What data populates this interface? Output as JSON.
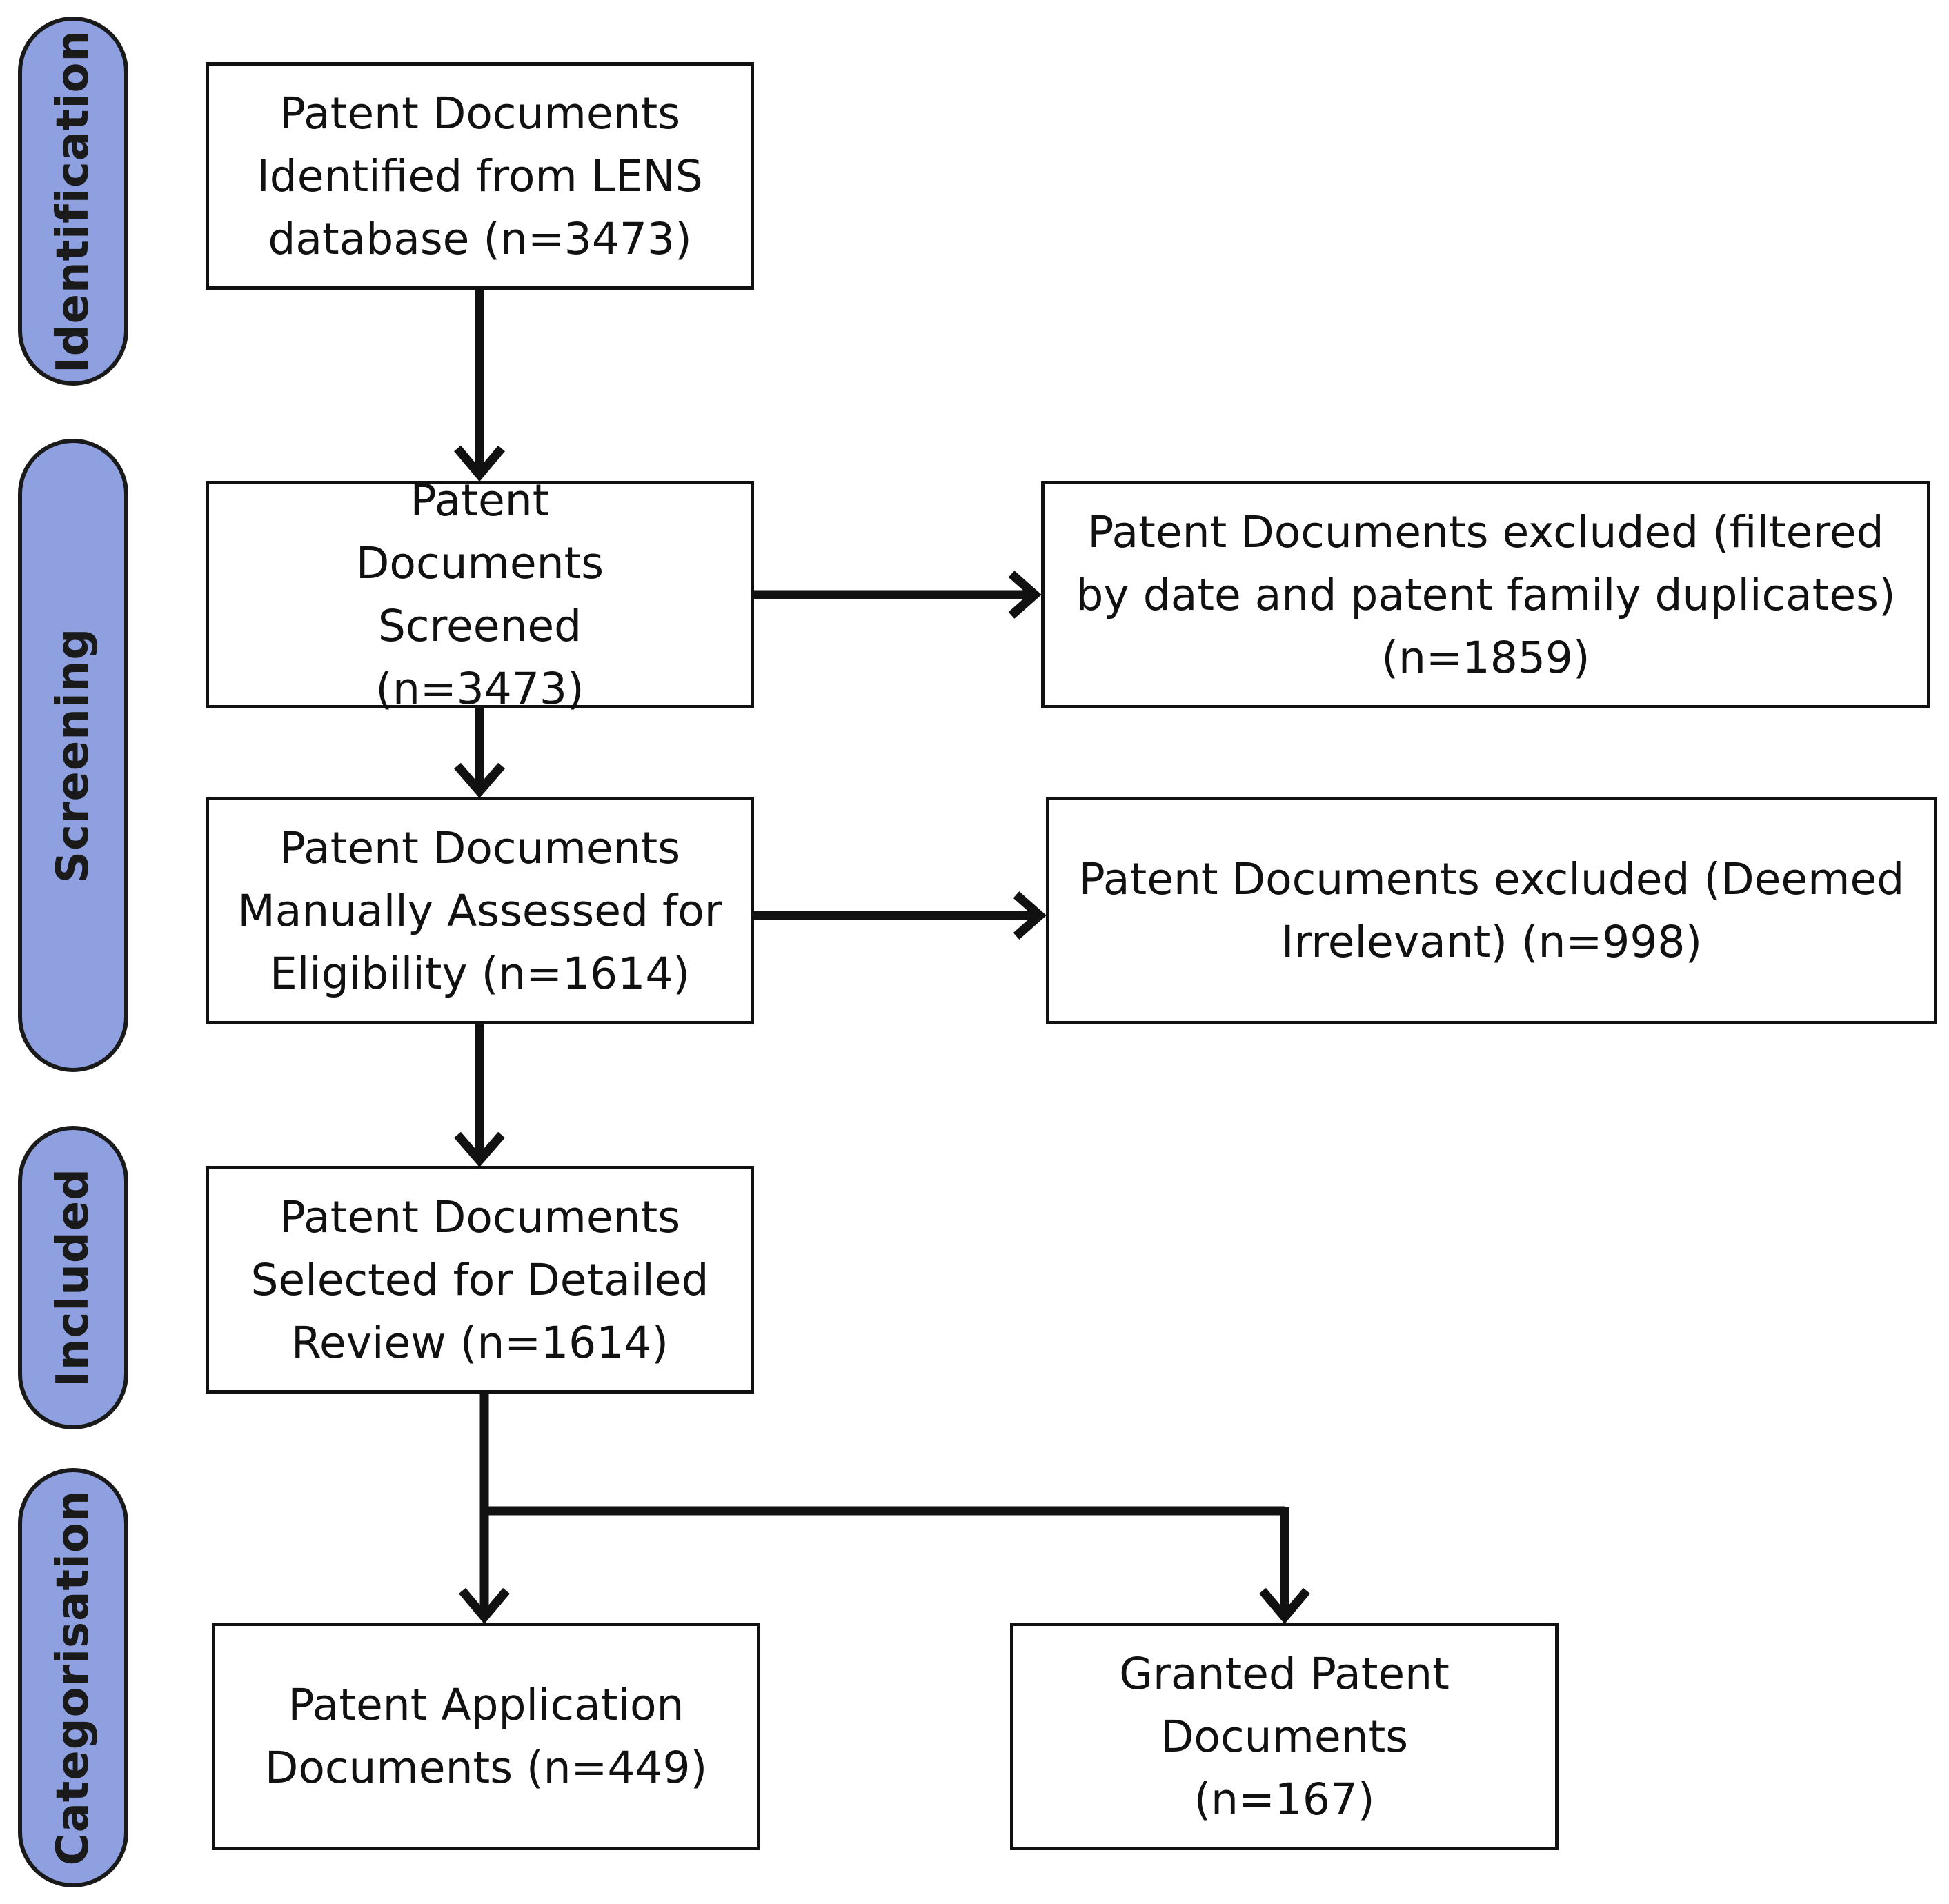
{
  "stages": {
    "identification": "Identification",
    "screening": "Screening",
    "included": "Included",
    "categorisation": "Categorisation"
  },
  "boxes": {
    "identified": "Patent Documents Identified from LENS database (n=3473)",
    "screened": "Patent Documents Screened (n=3473)",
    "excluded_filtered": "Patent Documents excluded (filtered by date and patent family duplicates) (n=1859)",
    "assessed": "Patent Documents Manually Assessed for Eligibility (n=1614)",
    "excluded_irrelevant": "Patent Documents excluded (Deemed Irrelevant) (n=998)",
    "selected": "Patent Documents Selected for Detailed Review (n=1614)",
    "applications": "Patent Application Documents (n=449)",
    "granted": "Granted Patent Documents (n=167)"
  },
  "colors": {
    "stage_fill": "#8ea0e0",
    "stroke": "#111111"
  }
}
